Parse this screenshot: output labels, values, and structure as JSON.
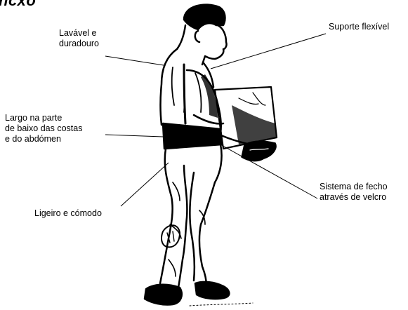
{
  "heading_fragment": "ncxo",
  "callouts": {
    "washable": {
      "line1": "Lavável e",
      "line2": "duradouro"
    },
    "flexible": {
      "line1": "Suporte flexível"
    },
    "wide": {
      "line1": "Largo na parte",
      "line2": "de baixo das costas",
      "line3": "e do abdómen"
    },
    "light": {
      "line1": "Ligeiro e cómodo"
    },
    "velcro": {
      "line1": "Sistema de fecho",
      "line2": "através de velcro"
    }
  },
  "colors": {
    "ink": "#000000",
    "paper": "#ffffff"
  }
}
